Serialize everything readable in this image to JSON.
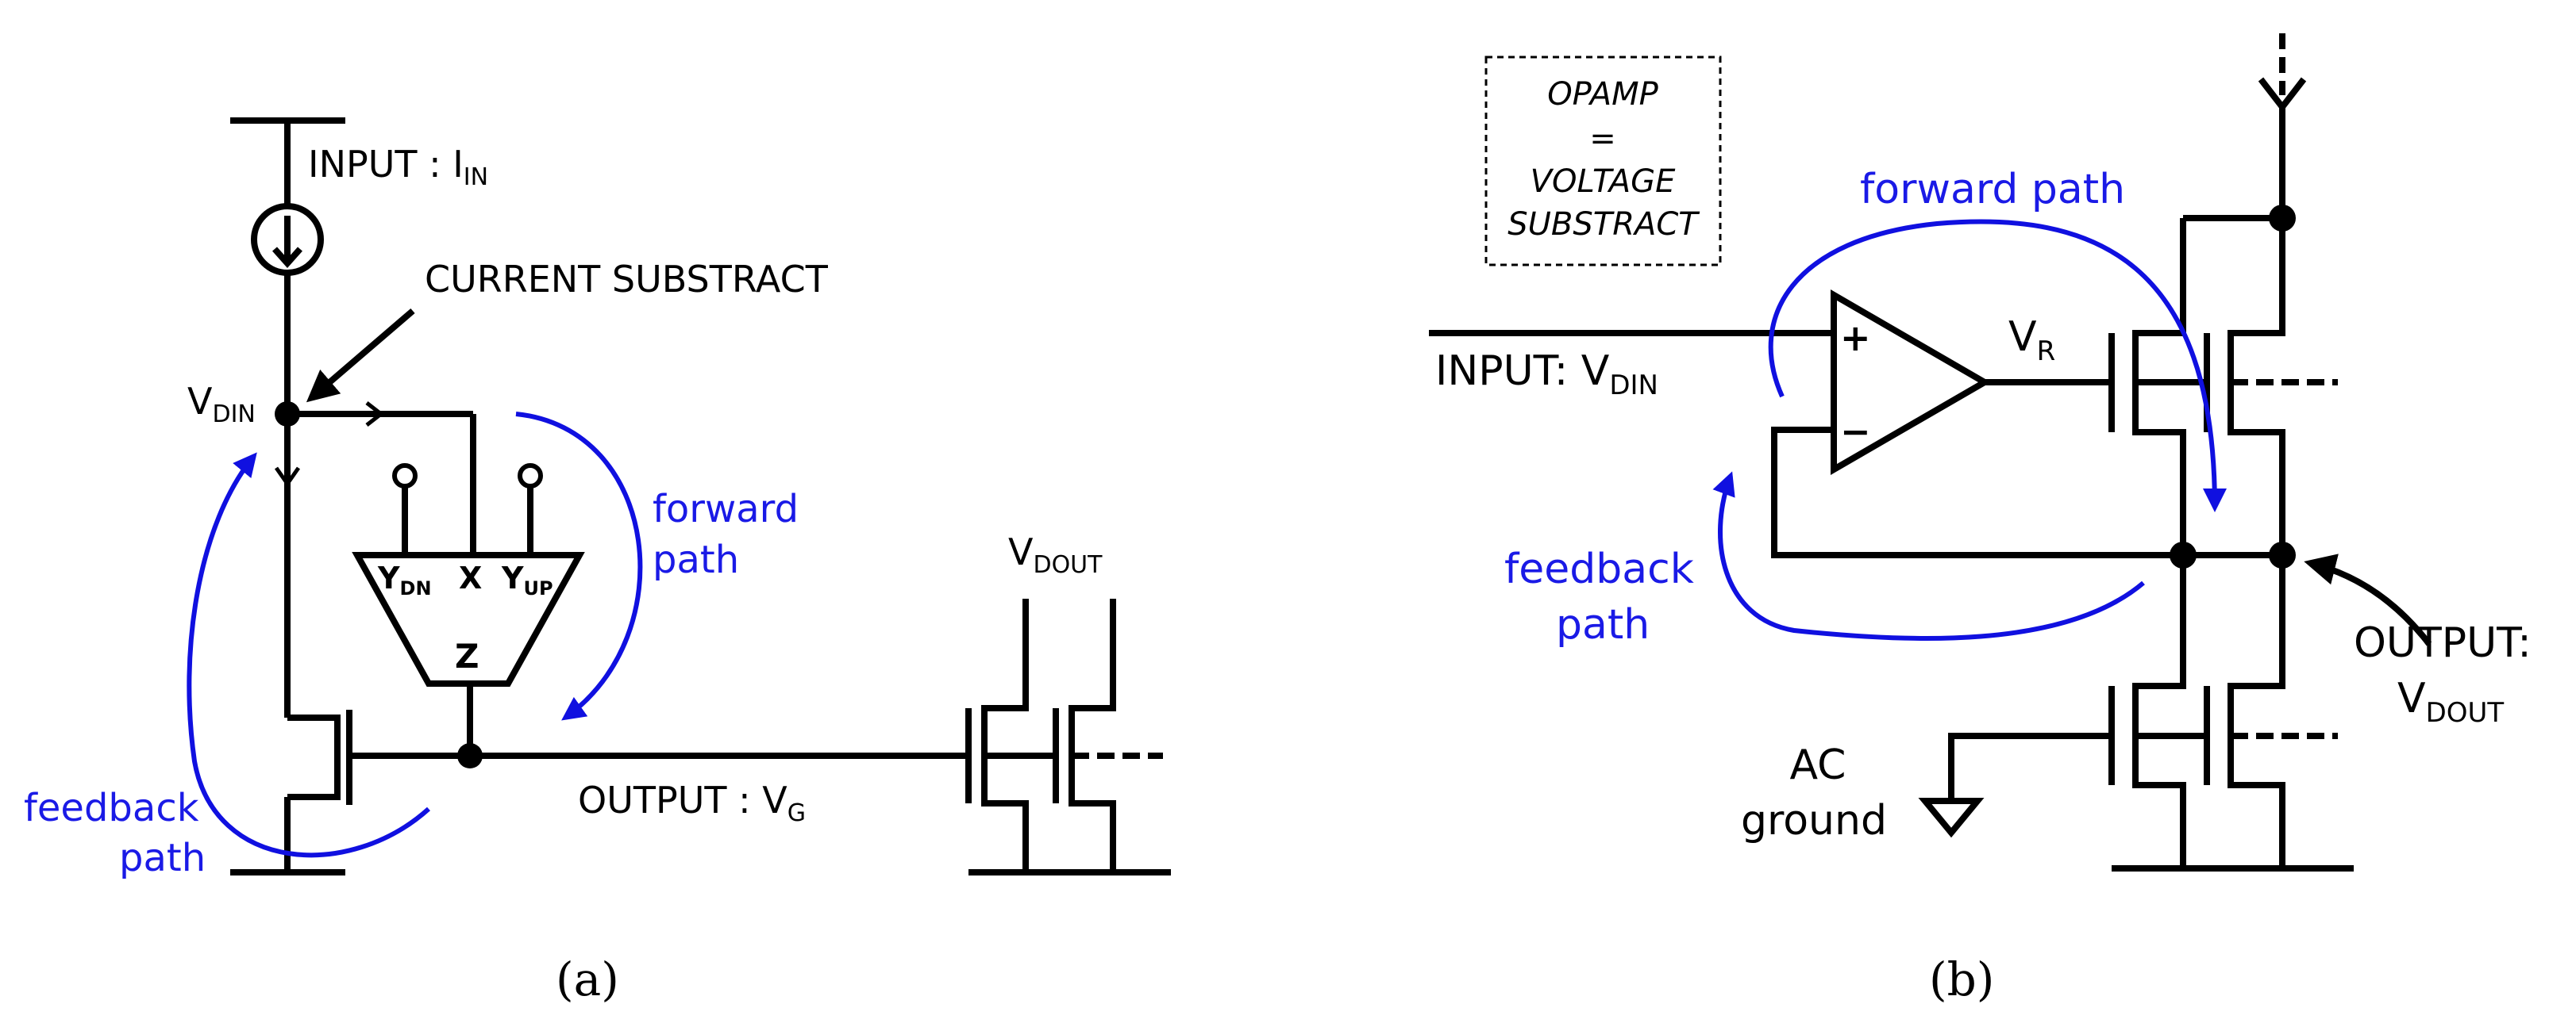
{
  "panel_a": {
    "input_label": "INPUT : I",
    "input_sub": "IN",
    "current_substract": "CURRENT SUBSTRACT",
    "vdin_label": "V",
    "vdin_sub": "DIN",
    "forward_path_l1": "forward",
    "forward_path_l2": "path",
    "feedback_path_l1": "feedback",
    "feedback_path_l2": "path",
    "ydn": "Y",
    "ydn_sub": "DN",
    "x": "X",
    "yup": "Y",
    "yup_sub": "UP",
    "z": "Z",
    "vdout_label": "V",
    "vdout_sub": "DOUT",
    "output_label": "OUTPUT : V",
    "output_sub": "G",
    "caption": "(a)"
  },
  "panel_b": {
    "opamp_l1": "OPAMP",
    "opamp_l2": "=",
    "opamp_l3": "VOLTAGE",
    "opamp_l4": "SUBSTRACT",
    "forward_path": "forward path",
    "input_label": "INPUT: V",
    "input_sub": "DIN",
    "plus": "+",
    "minus": "−",
    "vr_label": "V",
    "vr_sub": "R",
    "feedback_path_l1": "feedback",
    "feedback_path_l2": "path",
    "output_l1": "OUTPUT:",
    "output_l2": "V",
    "output_sub": "DOUT",
    "ac_l1": "AC",
    "ac_l2": "ground",
    "caption": "(b)"
  },
  "colors": {
    "wire": "#000000",
    "annotation": "#1a1ae6"
  }
}
